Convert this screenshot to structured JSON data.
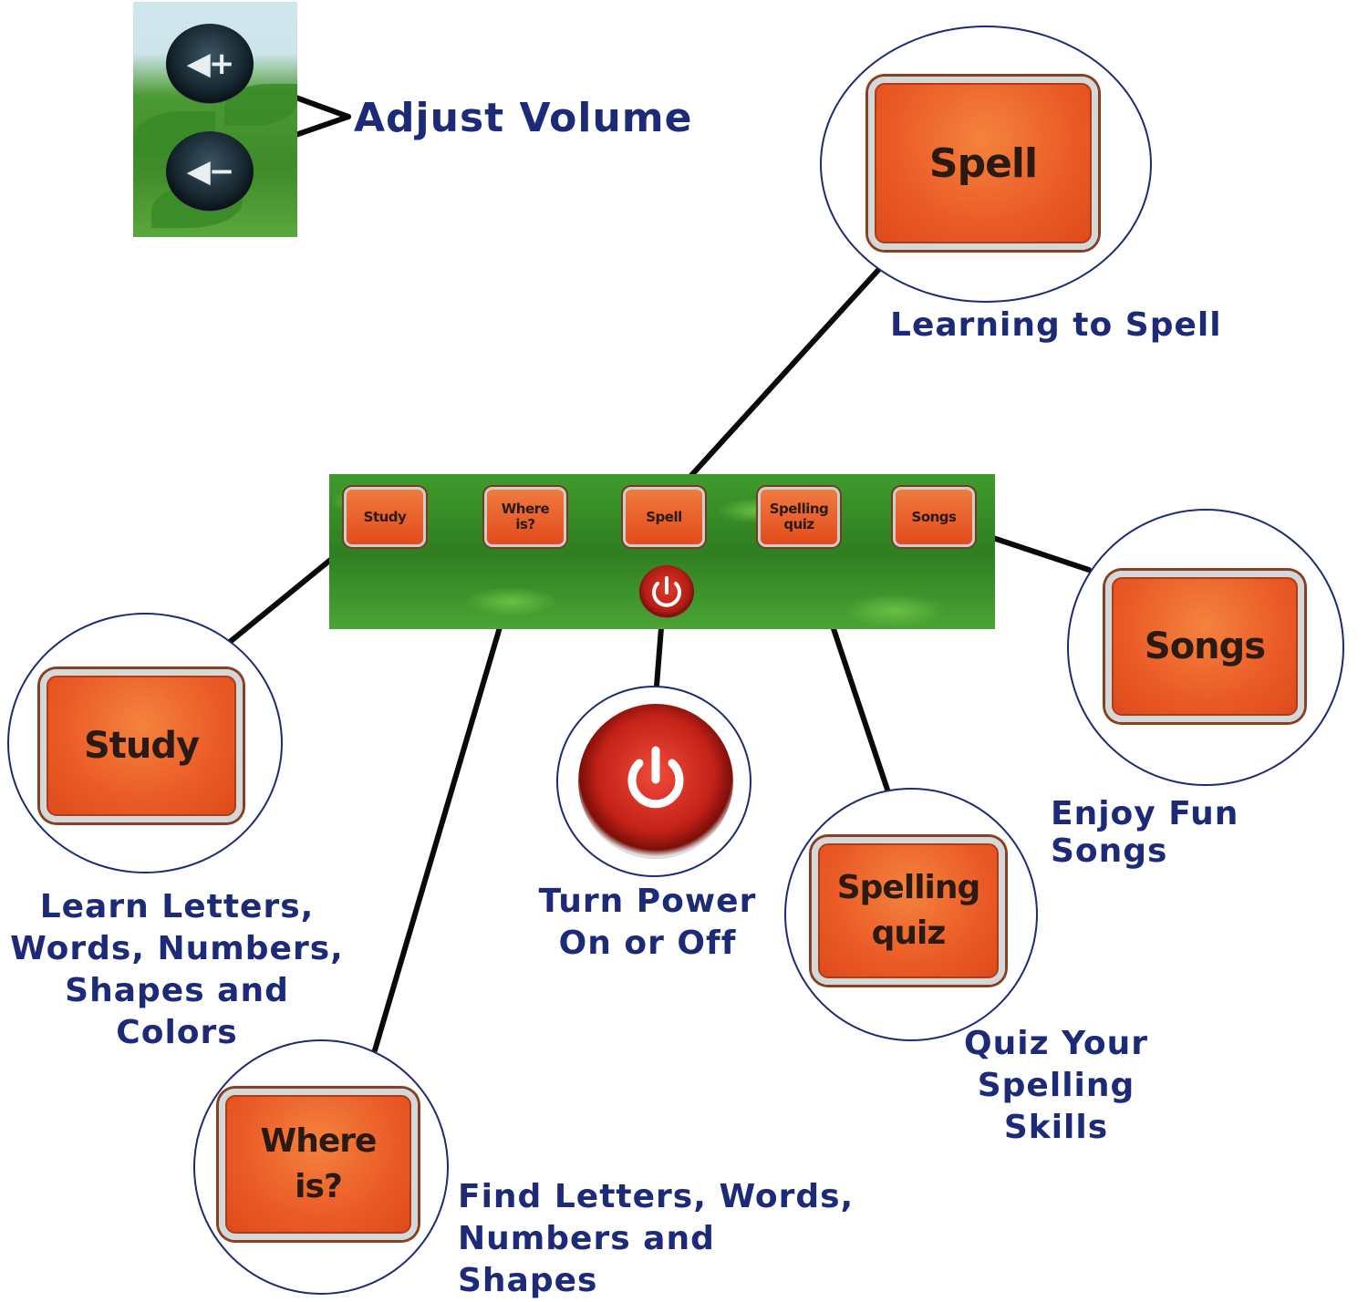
{
  "labels": {
    "volume": "Adjust Volume",
    "spell": "Learning to Spell",
    "songs": "Enjoy Fun Songs",
    "quiz": "Quiz Your\nSpelling Skills",
    "power": "Turn Power\nOn or Off",
    "study": "Learn Letters,\nWords, Numbers,\nShapes and Colors",
    "where": "Find Letters, Words,\nNumbers and Shapes"
  },
  "buttons": {
    "study": "Study",
    "where": "Where\nis?",
    "spell": "Spell",
    "quiz": "Spelling\nquiz",
    "songs": "Songs"
  },
  "icons": {
    "volume_up": "speaker-plus-icon",
    "volume_down": "speaker-minus-icon",
    "power": "power-icon"
  },
  "colors": {
    "label_text": "#1c2a78",
    "button_orange": "#e9552a",
    "power_red": "#c42218",
    "leaf_green": "#3f9b2c"
  }
}
